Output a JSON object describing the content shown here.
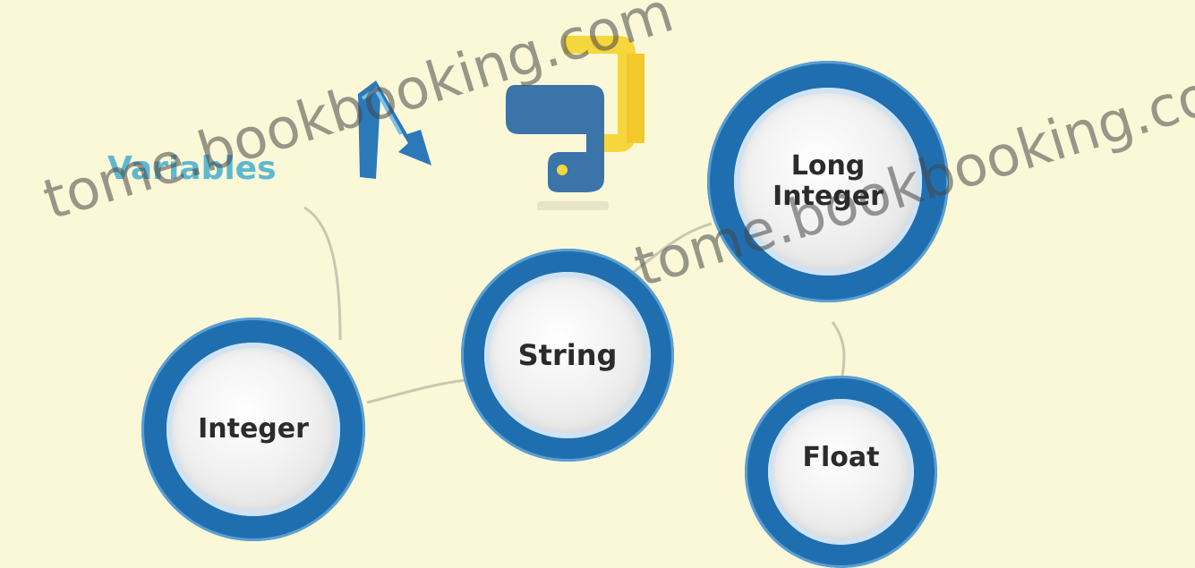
{
  "diagram": {
    "label": "Variables",
    "nodes": [
      {
        "id": "integer",
        "label": "Integer"
      },
      {
        "id": "string",
        "label": "String"
      },
      {
        "id": "long-integer",
        "label": "Long Integer"
      },
      {
        "id": "float",
        "label": "Float"
      }
    ]
  },
  "watermark": {
    "text_left": "tome.bookbooking.com",
    "text_right": "tome.bookbooking.com"
  },
  "colors": {
    "background": "#fbf8d8",
    "ring": "#1f6fb0",
    "label_text": "#5fb8d0",
    "python_blue": "#3b74a8",
    "python_yellow": "#f5d63d"
  },
  "icons": [
    "python-logo-icon",
    "arrow-icon"
  ]
}
